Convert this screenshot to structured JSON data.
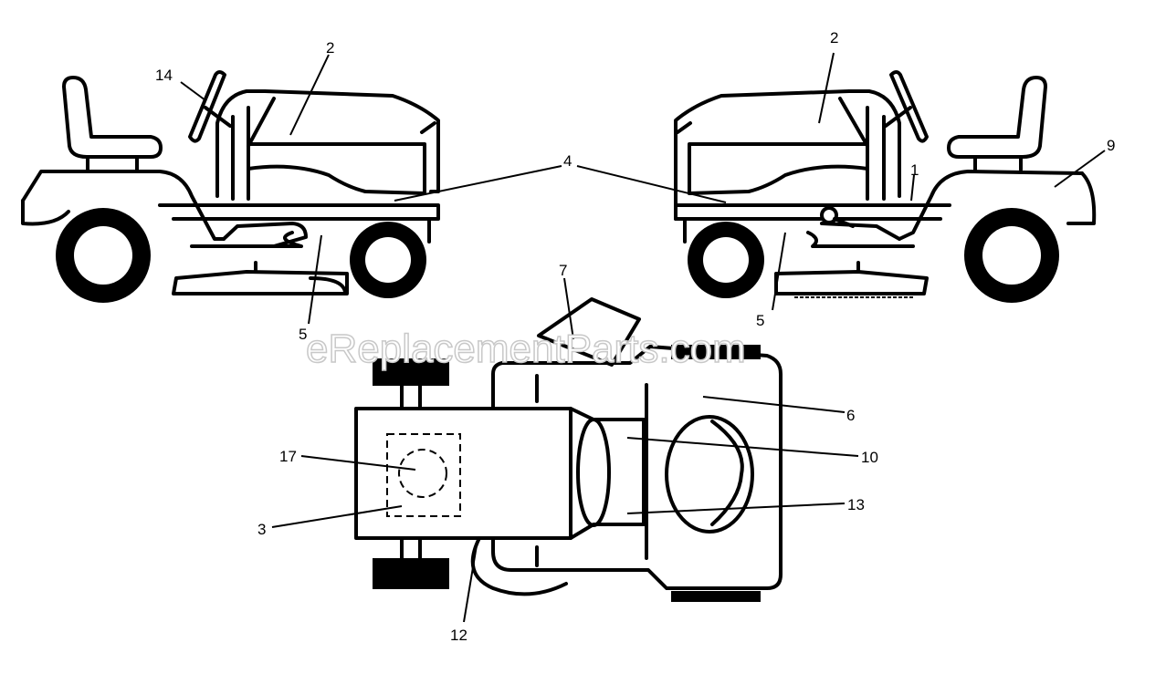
{
  "watermark": "eReplacementParts.com",
  "callouts": {
    "left_hood": "2",
    "left_steering": "14",
    "decal_4": "4",
    "left_side": "5",
    "right_hood": "2",
    "right_side": "5",
    "right_1": "1",
    "right_9": "9",
    "top_7": "7",
    "top_6": "6",
    "top_10": "10",
    "top_13": "13",
    "top_17": "17",
    "top_3": "3",
    "top_12": "12"
  }
}
